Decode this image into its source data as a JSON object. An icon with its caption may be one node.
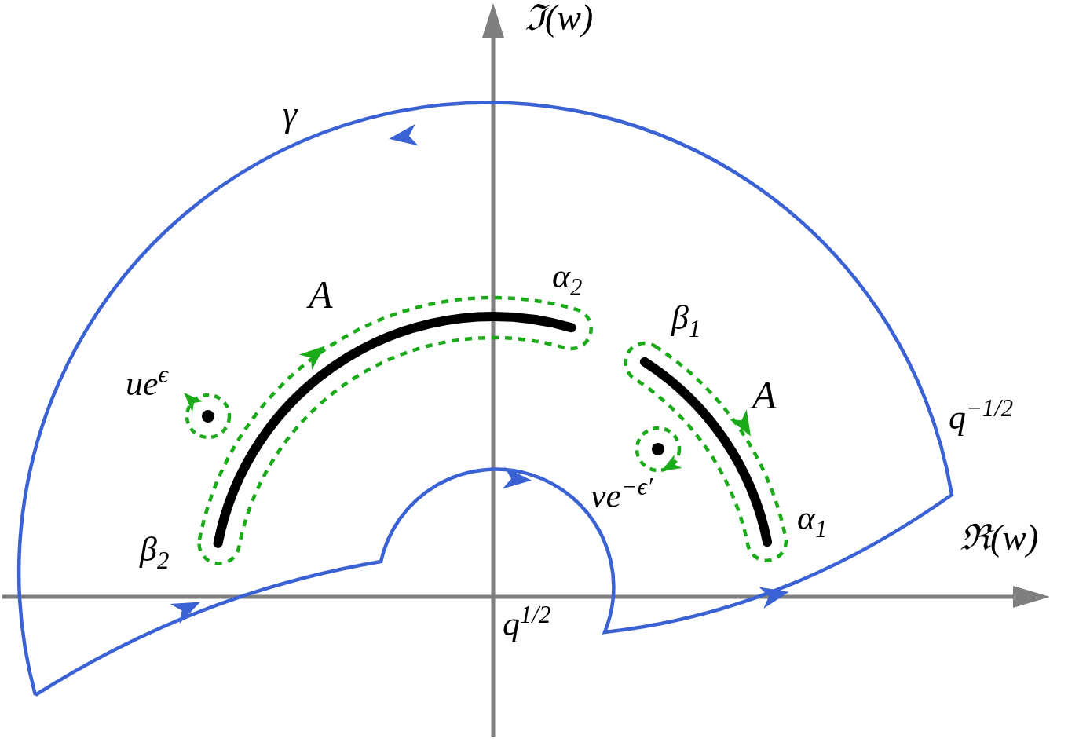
{
  "diagram": {
    "labels": [
      "ℑ(w)",
      "γ",
      "α$_{2}$",
      "A",
      "β$_{1}$",
      "ue$^{ϵ}$",
      "A",
      "q$^{−1/2}$",
      "ve$^{−ϵ′}$",
      "α$_{1}$",
      "ℜ(w)",
      "β$_{2}$",
      "q$^{1/2}$"
    ]
  }
}
